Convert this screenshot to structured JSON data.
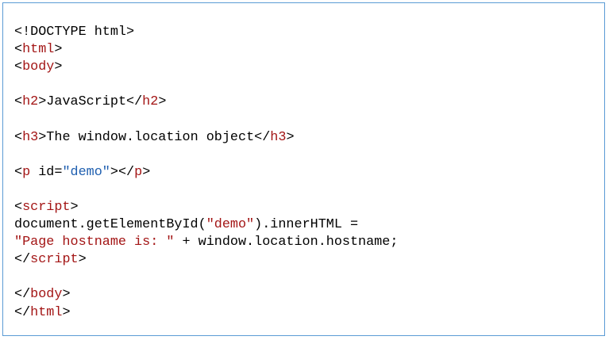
{
  "colors": {
    "border": "#5b9bd5",
    "tag": "#a31515",
    "attr_value": "#1f5fb0",
    "text": "#000000"
  },
  "lines": [
    [
      {
        "t": "<!DOCTYPE html>",
        "c": "plain"
      }
    ],
    [
      {
        "t": "<",
        "c": "plain"
      },
      {
        "t": "html",
        "c": "tag"
      },
      {
        "t": ">",
        "c": "plain"
      }
    ],
    [
      {
        "t": "<",
        "c": "plain"
      },
      {
        "t": "body",
        "c": "tag"
      },
      {
        "t": ">",
        "c": "plain"
      }
    ],
    [],
    [
      {
        "t": "<",
        "c": "plain"
      },
      {
        "t": "h2",
        "c": "tag"
      },
      {
        "t": ">JavaScript</",
        "c": "plain"
      },
      {
        "t": "h2",
        "c": "tag"
      },
      {
        "t": ">",
        "c": "plain"
      }
    ],
    [],
    [
      {
        "t": "<",
        "c": "plain"
      },
      {
        "t": "h3",
        "c": "tag"
      },
      {
        "t": ">The window.location object</",
        "c": "plain"
      },
      {
        "t": "h3",
        "c": "tag"
      },
      {
        "t": ">",
        "c": "plain"
      }
    ],
    [],
    [
      {
        "t": "<",
        "c": "plain"
      },
      {
        "t": "p",
        "c": "tag"
      },
      {
        "t": " id=",
        "c": "plain"
      },
      {
        "t": "\"demo\"",
        "c": "str-blue"
      },
      {
        "t": "></",
        "c": "plain"
      },
      {
        "t": "p",
        "c": "tag"
      },
      {
        "t": ">",
        "c": "plain"
      }
    ],
    [],
    [
      {
        "t": "<",
        "c": "plain"
      },
      {
        "t": "script",
        "c": "tag"
      },
      {
        "t": ">",
        "c": "plain"
      }
    ],
    [
      {
        "t": "document.getElementById(",
        "c": "plain"
      },
      {
        "t": "\"demo\"",
        "c": "str-red"
      },
      {
        "t": ").innerHTML =",
        "c": "plain"
      }
    ],
    [
      {
        "t": "\"Page hostname is: \"",
        "c": "str-red"
      },
      {
        "t": " + window.location.hostname;",
        "c": "plain"
      }
    ],
    [
      {
        "t": "</",
        "c": "plain"
      },
      {
        "t": "script",
        "c": "tag"
      },
      {
        "t": ">",
        "c": "plain"
      }
    ],
    [],
    [
      {
        "t": "</",
        "c": "plain"
      },
      {
        "t": "body",
        "c": "tag"
      },
      {
        "t": ">",
        "c": "plain"
      }
    ],
    [
      {
        "t": "</",
        "c": "plain"
      },
      {
        "t": "html",
        "c": "tag"
      },
      {
        "t": ">",
        "c": "plain"
      }
    ]
  ]
}
